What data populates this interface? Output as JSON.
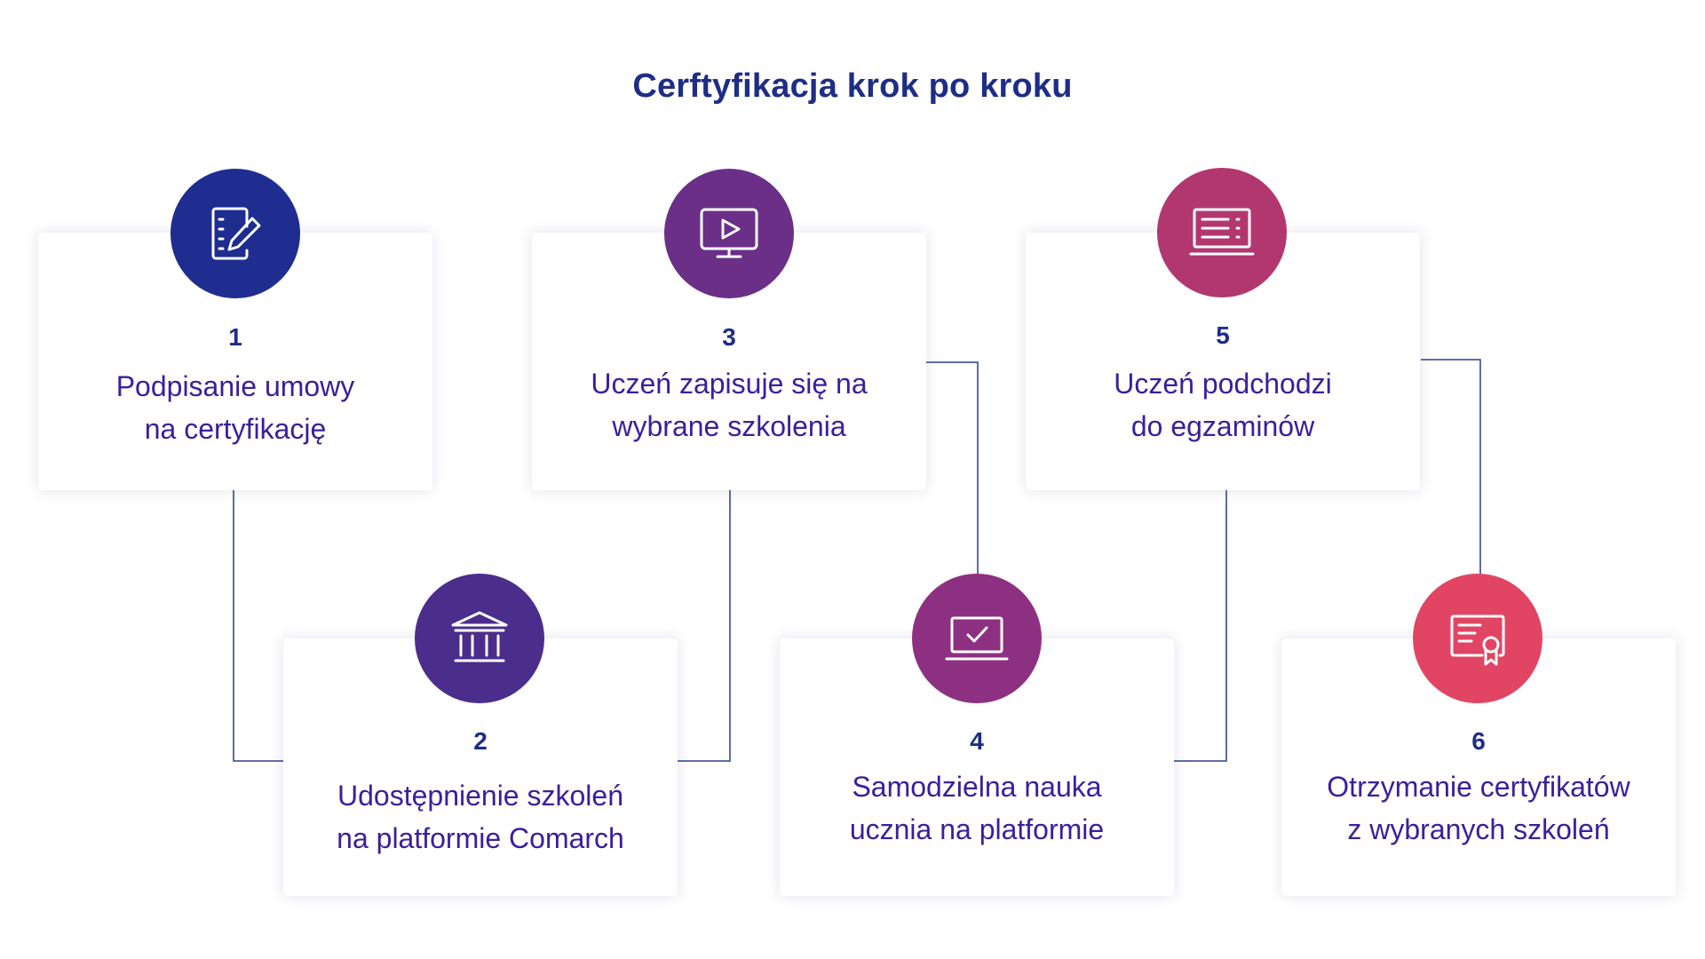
{
  "title": "Cerftyfikacja krok po kroku",
  "colors": {
    "title": "#1e2d86",
    "label": "#3b1e9c",
    "connector": "#2c3f8c",
    "gradient": [
      "#1e2d8f",
      "#5a2d8a",
      "#8a2f82",
      "#b23770",
      "#d63f6e",
      "#e24563"
    ]
  },
  "steps": [
    {
      "number": "1",
      "lines": [
        "Podpisanie umowy",
        "na certyfikację"
      ],
      "icon": "document-edit-icon"
    },
    {
      "number": "2",
      "lines": [
        "Udostępnienie szkoleń",
        "na platformie Comarch"
      ],
      "icon": "institution-icon"
    },
    {
      "number": "3",
      "lines": [
        "Uczeń zapisuje się na",
        "wybrane szkolenia"
      ],
      "icon": "video-monitor-icon"
    },
    {
      "number": "4",
      "lines": [
        "Samodzielna nauka",
        "ucznia na platformie"
      ],
      "icon": "laptop-check-icon"
    },
    {
      "number": "5",
      "lines": [
        "Uczeń podchodzi",
        "do egzaminów"
      ],
      "icon": "exam-list-icon"
    },
    {
      "number": "6",
      "lines": [
        "Otrzymanie certyfikatów",
        "z wybranych szkoleń"
      ],
      "icon": "certificate-icon"
    }
  ]
}
